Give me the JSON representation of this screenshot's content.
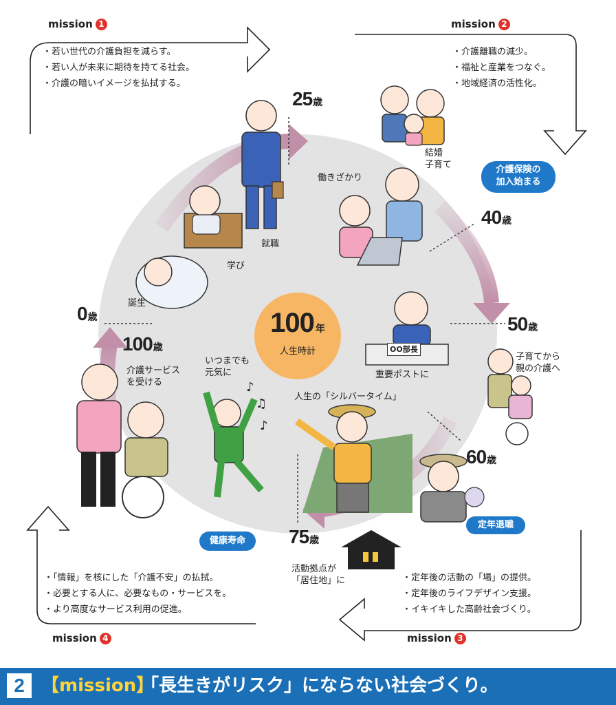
{
  "missions": [
    {
      "label": "mission",
      "num": "1",
      "items": [
        "若い世代の介護負担を減らす。",
        "若い人が未来に期待を持てる社会。",
        "介護の暗いイメージを払拭する。"
      ]
    },
    {
      "label": "mission",
      "num": "2",
      "items": [
        "介護離職の減少。",
        "福祉と産業をつなぐ。",
        "地域経済の活性化。"
      ]
    },
    {
      "label": "mission",
      "num": "3",
      "items": [
        "定年後の活動の「場」の提供。",
        "定年後のライフデザイン支援。",
        "イキイキした高齢社会づくり。"
      ]
    },
    {
      "label": "mission",
      "num": "4",
      "items": [
        "「情報」を核にした「介護不安」の払拭。",
        "必要とする人に、必要なもの・サービスを。",
        "より高度なサービス利用の促進。"
      ]
    }
  ],
  "center": {
    "number": "100",
    "unit": "年",
    "caption": "人生時計"
  },
  "ages": {
    "age0": {
      "num": "0",
      "unit": "歳"
    },
    "age25": {
      "num": "25",
      "unit": "歳"
    },
    "age40": {
      "num": "40",
      "unit": "歳"
    },
    "age50": {
      "num": "50",
      "unit": "歳"
    },
    "age60": {
      "num": "60",
      "unit": "歳"
    },
    "age75": {
      "num": "75",
      "unit": "歳"
    },
    "age100": {
      "num": "100",
      "unit": "歳"
    }
  },
  "stages": {
    "birth": "誕生",
    "study": "学び",
    "employment": "就職",
    "marriage": "結婚\n子育て",
    "prime": "働きざかり",
    "key_post": "重要ポストに",
    "parent_care": "子育てから\n親の介護へ",
    "silver_time": "人生の「シルバータイム」",
    "energetic": "いつまでも\n元気に",
    "care_service": "介護サービス\nを受ける",
    "base": "活動拠点が\n「居住地」に"
  },
  "bubbles": {
    "insurance": "介護保険の\n加入始まる",
    "retirement": "定年退職",
    "healthy_life": "健康寿命"
  },
  "nameplate": "OO部長",
  "footer": {
    "number": "2",
    "tag": "【mission】",
    "text": "「長生きがリスク」にならない社会づくり。"
  },
  "colors": {
    "mission_badge": "#e0322b",
    "bubble": "#1f78c8",
    "center_circle": "#f6b663",
    "footer_bg": "#1a6fb6",
    "footer_tag": "#ffd43a",
    "cycle_arrow": "#c18fa8",
    "clock_face": "#e3e3e3"
  }
}
